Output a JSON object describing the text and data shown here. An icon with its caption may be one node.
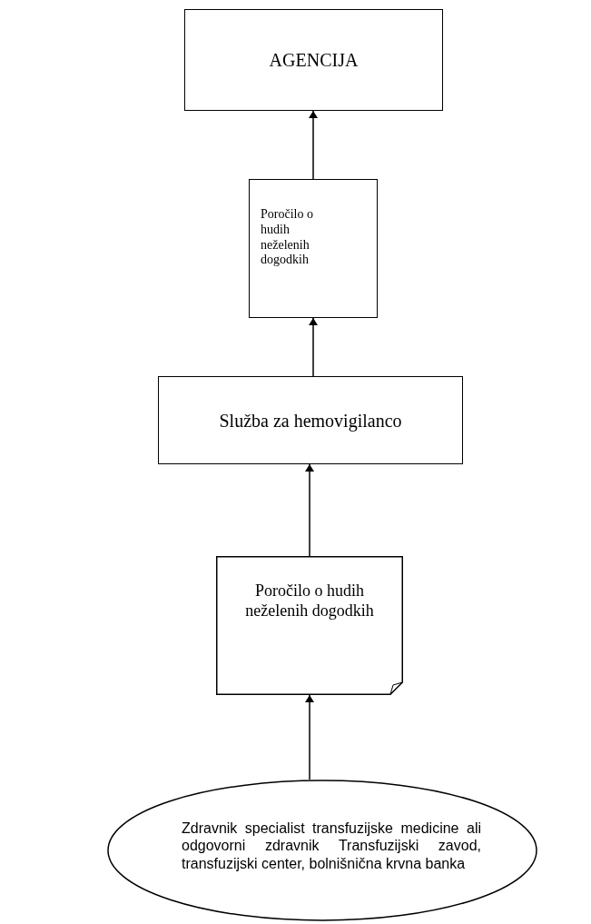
{
  "diagram": {
    "nodes": [
      {
        "text": [
          "AGENCIJA"
        ]
      },
      {
        "text": [
          "Poročilo o hudih neželenih dogodkih"
        ]
      },
      {
        "text": [
          "Služba za hemovigilanco"
        ]
      },
      {
        "text": [
          "Poročilo o hudih neželenih dogodkih"
        ]
      },
      {
        "text": [
          "Zdravnik specialist transfuzijske medicine ali odgovorni zdravnik Transfuzijski zavod, transfuzijski center, bolnišnična krvna banka"
        ]
      }
    ],
    "edges": [
      {
        "from": 4,
        "to": 3,
        "arrow": "to"
      },
      {
        "from": 3,
        "to": 2,
        "arrow": "to"
      },
      {
        "from": 2,
        "to": 1,
        "arrow": "to"
      },
      {
        "from": 1,
        "to": 0,
        "arrow": "to"
      }
    ]
  }
}
